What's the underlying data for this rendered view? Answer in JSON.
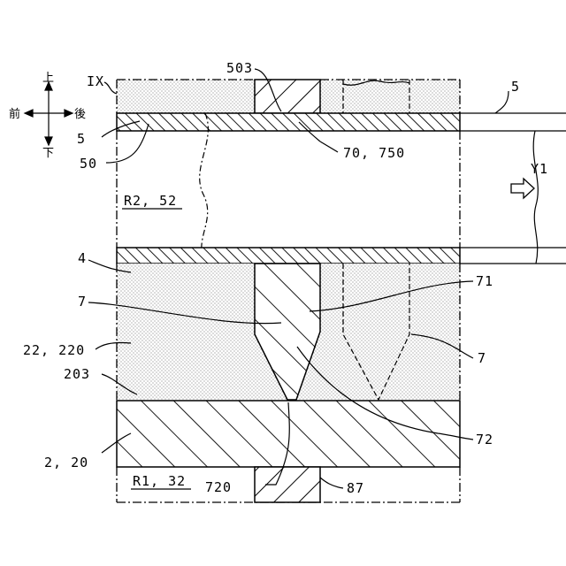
{
  "labels": {
    "ix": "IX",
    "l503": "503",
    "l5_top": "5",
    "l5_left": "5",
    "l50": "50",
    "l70750": "70, 750",
    "ly1": "Y1",
    "lr252": "R2, 52",
    "l4": "4",
    "l71": "71",
    "l7_left": "7",
    "l7_right": "7",
    "l22220": "22, 220",
    "l203": "203",
    "l72": "72",
    "l220": "2, 20",
    "lr132": "R1, 32",
    "l720": "720",
    "l87": "87"
  },
  "compass": {
    "up": "上",
    "down": "下",
    "front": "前",
    "back": "後"
  }
}
